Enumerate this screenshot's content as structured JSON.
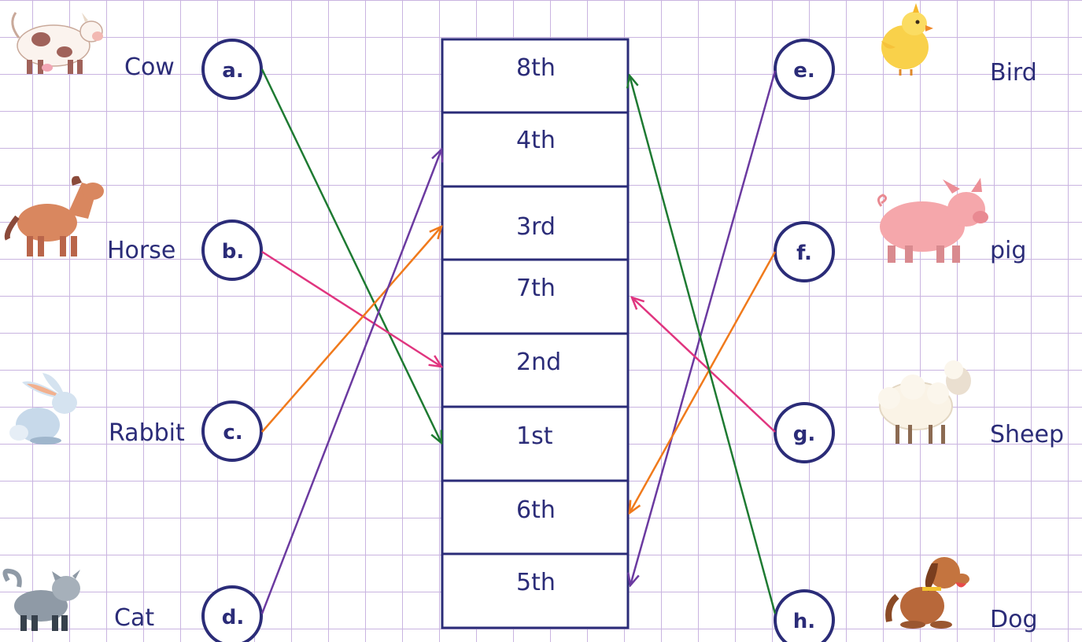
{
  "left_items": [
    {
      "letter": "a.",
      "animal": "Cow",
      "icon": "cow-icon"
    },
    {
      "letter": "b.",
      "animal": "Horse",
      "icon": "horse-icon"
    },
    {
      "letter": "c.",
      "animal": "Rabbit",
      "icon": "rabbit-icon"
    },
    {
      "letter": "d.",
      "animal": "Cat",
      "icon": "cat-icon"
    }
  ],
  "right_items": [
    {
      "letter": "e.",
      "animal": "Bird",
      "icon": "bird-icon"
    },
    {
      "letter": "f.",
      "animal": "pig",
      "icon": "pig-icon"
    },
    {
      "letter": "g.",
      "animal": "Sheep",
      "icon": "sheep-icon"
    },
    {
      "letter": "h.",
      "animal": "Dog",
      "icon": "dog-icon"
    }
  ],
  "ordinals": [
    "8th",
    "4th",
    "3rd",
    "7th",
    "2nd",
    "1st",
    "6th",
    "5th"
  ],
  "connections": [
    {
      "from": "a.",
      "to": "1st",
      "color": "#1e7a32"
    },
    {
      "from": "b.",
      "to": "2nd",
      "color": "#e0357f"
    },
    {
      "from": "c.",
      "to": "3rd",
      "color": "#f07a1c"
    },
    {
      "from": "d.",
      "to": "4th",
      "color": "#6b3aa0"
    },
    {
      "from": "e.",
      "to": "5th",
      "color": "#6b3aa0"
    },
    {
      "from": "f.",
      "to": "6th",
      "color": "#f07a1c"
    },
    {
      "from": "g.",
      "to": "7th",
      "color": "#e0357f"
    },
    {
      "from": "h.",
      "to": "8th",
      "color": "#1e7a32"
    }
  ],
  "colors": {
    "ink": "#2b2c78",
    "grid": "#c9b4e0"
  }
}
